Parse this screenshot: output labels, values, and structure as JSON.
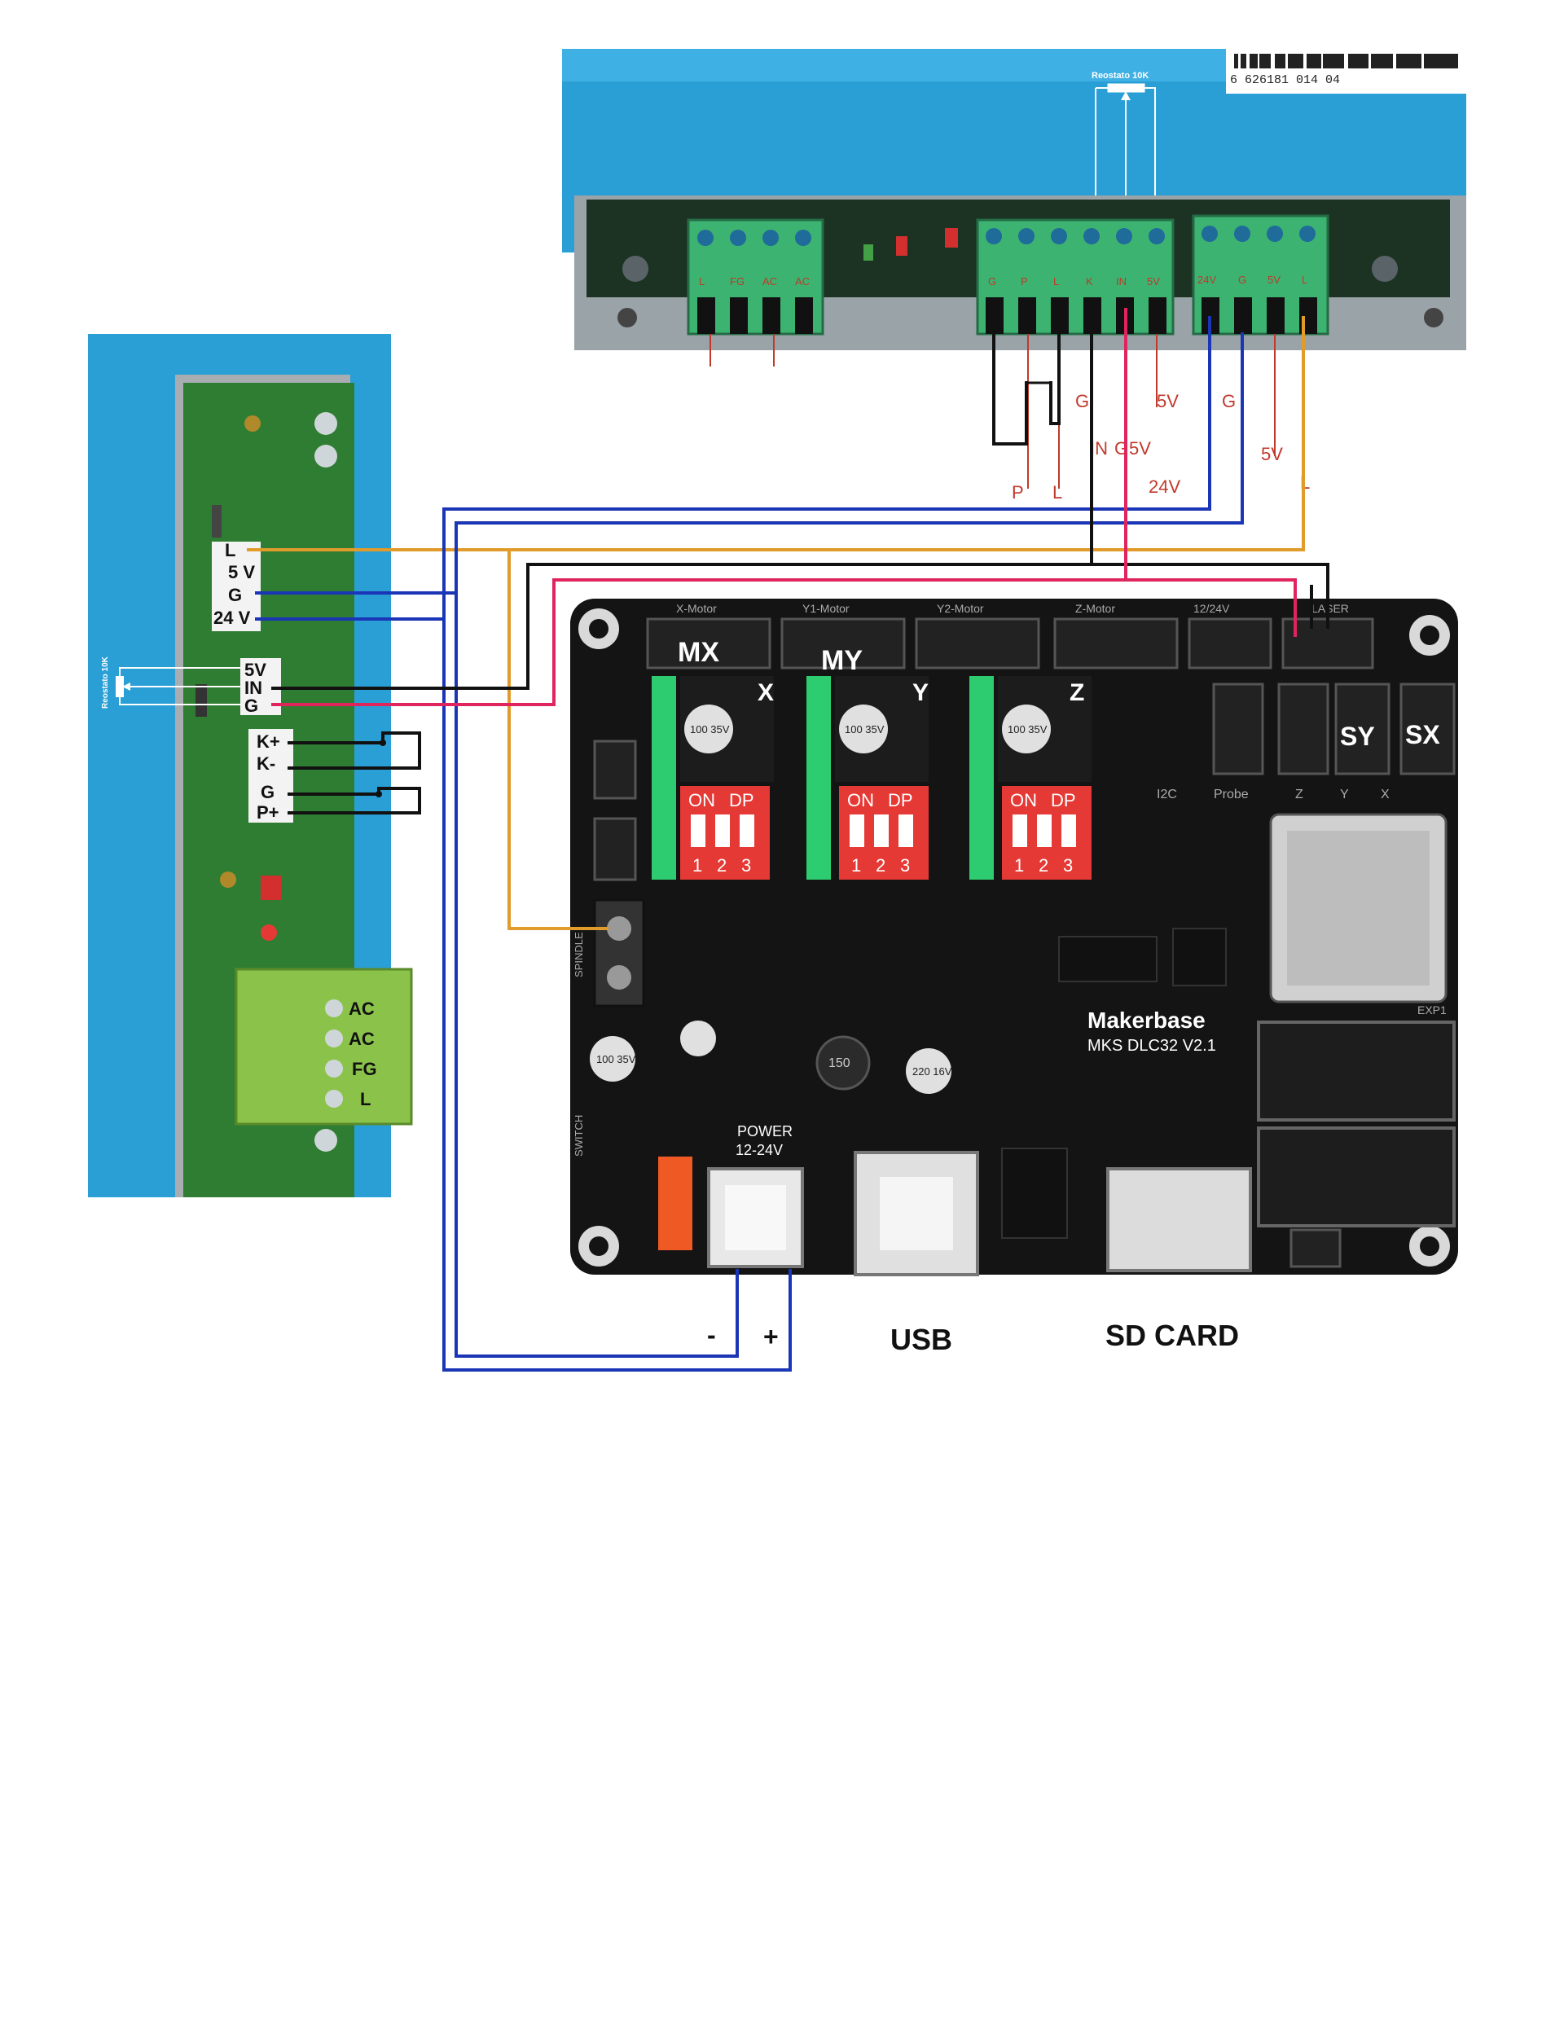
{
  "top_psu": {
    "barcode_text": "6 626181 014 04",
    "rheostat_label": "Reostato 10K",
    "terminal_labels": [
      "L",
      "FG",
      "AC",
      "AC",
      "G",
      "P",
      "L",
      "K",
      "IN",
      "5V",
      "24V",
      "G",
      "5V",
      "L"
    ],
    "wire_labels": [
      "G",
      "5V",
      "G",
      "IN",
      "G",
      "5V",
      "5V",
      "P",
      "L",
      "24V",
      "L"
    ]
  },
  "left_psu": {
    "rheostat_label": "Reostato 10K",
    "pins_group1": [
      "L",
      "5 V",
      "G",
      "24 V"
    ],
    "pins_group2": [
      "5V",
      "IN",
      "G"
    ],
    "pins_group3": [
      "K+",
      "K-",
      "G",
      "P+"
    ],
    "ac_terminals": [
      "AC",
      "AC",
      "FG",
      "L"
    ]
  },
  "board": {
    "brand": "Makerbase",
    "model": "MKS DLC32 V2.1",
    "motor_headers": [
      "X-Motor",
      "Y1-Motor",
      "Y2-Motor",
      "Z-Motor",
      "12/24V",
      "LASER"
    ],
    "motor_labels": [
      "MX",
      "MY"
    ],
    "axis_labels": [
      "X",
      "Y",
      "Z"
    ],
    "switch_labels": [
      "SY",
      "SX"
    ],
    "probe_labels": [
      "Probe",
      "Z",
      "Y",
      "X"
    ],
    "dip_on": "ON",
    "dip_dp": "DP",
    "dip_numbers": [
      "1",
      "2",
      "3"
    ],
    "i2c_label": "I2C",
    "exp1_label": "EXP1",
    "power_label": "POWER",
    "power_voltage": "12-24V",
    "spindle_label": "SPINDLE",
    "switch_side_label": "SWITCH",
    "cap_labels": [
      "100 35V",
      "100 35V",
      "100 35V",
      "100 35V",
      "150",
      "220 16V"
    ]
  },
  "bottom_labels": {
    "minus": "-",
    "plus": "+",
    "usb": "USB",
    "sd_card": "SD CARD"
  }
}
